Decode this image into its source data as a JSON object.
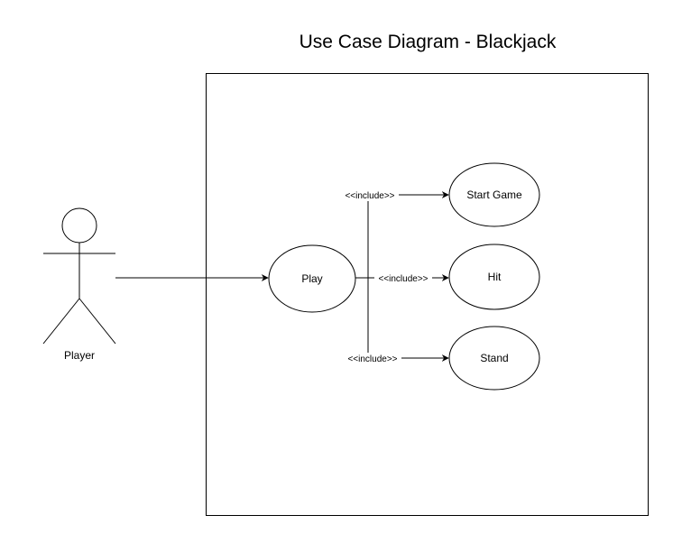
{
  "diagram": {
    "title": "Use Case Diagram - Blackjack",
    "actor": {
      "label": "Player"
    },
    "use_cases": {
      "play": "Play",
      "start_game": "Start Game",
      "hit": "Hit",
      "stand": "Stand"
    },
    "relations": {
      "include_start": "<<include>>",
      "include_hit": "<<include>>",
      "include_stand": "<<include>>"
    }
  }
}
